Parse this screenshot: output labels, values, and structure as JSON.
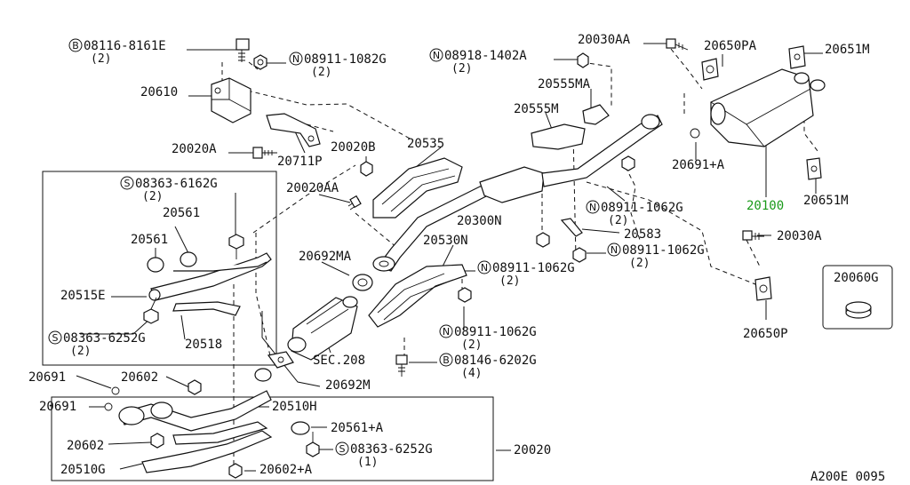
{
  "diagram": {
    "footer_code": "A200E 0095",
    "labels": [
      {
        "id": "l1",
        "text": "08116-8161E",
        "prefix": "B",
        "qty": "(2)"
      },
      {
        "id": "l2",
        "text": "08911-1082G",
        "prefix": "N",
        "qty": "(2)"
      },
      {
        "id": "l3",
        "text": "20610"
      },
      {
        "id": "l4",
        "text": "20020A"
      },
      {
        "id": "l5",
        "text": "20711P"
      },
      {
        "id": "l6",
        "text": "20020B"
      },
      {
        "id": "l7",
        "text": "20535"
      },
      {
        "id": "l8",
        "text": "08918-1402A",
        "prefix": "N",
        "qty": "(2)"
      },
      {
        "id": "l9",
        "text": "20030AA"
      },
      {
        "id": "l10",
        "text": "20650PA"
      },
      {
        "id": "l11",
        "text": "20651M"
      },
      {
        "id": "l12",
        "text": "20555MA"
      },
      {
        "id": "l13",
        "text": "20555M"
      },
      {
        "id": "l14",
        "text": "20691+A"
      },
      {
        "id": "l15",
        "text": "20100",
        "highlight": true
      },
      {
        "id": "l16",
        "text": "20651M"
      },
      {
        "id": "l17",
        "text": "08363-6162G",
        "prefix": "S",
        "qty": "(2)"
      },
      {
        "id": "l18",
        "text": "20020AA"
      },
      {
        "id": "l19",
        "text": "20561"
      },
      {
        "id": "l20",
        "text": "20561"
      },
      {
        "id": "l21",
        "text": "20300N"
      },
      {
        "id": "l22",
        "text": "08911-1062G",
        "prefix": "N",
        "qty": "(2)"
      },
      {
        "id": "l23",
        "text": "20583"
      },
      {
        "id": "l24",
        "text": "20030A"
      },
      {
        "id": "l25",
        "text": "20530N"
      },
      {
        "id": "l26",
        "text": "08911-1062G",
        "prefix": "N",
        "qty": "(2)"
      },
      {
        "id": "l27",
        "text": "20692MA"
      },
      {
        "id": "l28",
        "text": "08911-1062G",
        "prefix": "N",
        "qty": "(2)"
      },
      {
        "id": "l29",
        "text": "20060G"
      },
      {
        "id": "l30",
        "text": "20515E"
      },
      {
        "id": "l31",
        "text": "20650P"
      },
      {
        "id": "l32",
        "text": "08363-6252G",
        "prefix": "S",
        "qty": "(2)"
      },
      {
        "id": "l33",
        "text": "20518"
      },
      {
        "id": "l34",
        "text": "08911-1062G",
        "prefix": "N",
        "qty": "(2)"
      },
      {
        "id": "l35",
        "text": "SEC.208"
      },
      {
        "id": "l36",
        "text": "08146-6202G",
        "prefix": "B",
        "qty": "(4)"
      },
      {
        "id": "l37",
        "text": "20691"
      },
      {
        "id": "l38",
        "text": "20602"
      },
      {
        "id": "l39",
        "text": "20692M"
      },
      {
        "id": "l40",
        "text": "20691"
      },
      {
        "id": "l41",
        "text": "20510H"
      },
      {
        "id": "l42",
        "text": "20561+A"
      },
      {
        "id": "l43",
        "text": "20602"
      },
      {
        "id": "l44",
        "text": "08363-6252G",
        "prefix": "S",
        "qty": "(1)"
      },
      {
        "id": "l45",
        "text": "20020"
      },
      {
        "id": "l46",
        "text": "20510G"
      },
      {
        "id": "l47",
        "text": "20602+A"
      }
    ]
  }
}
